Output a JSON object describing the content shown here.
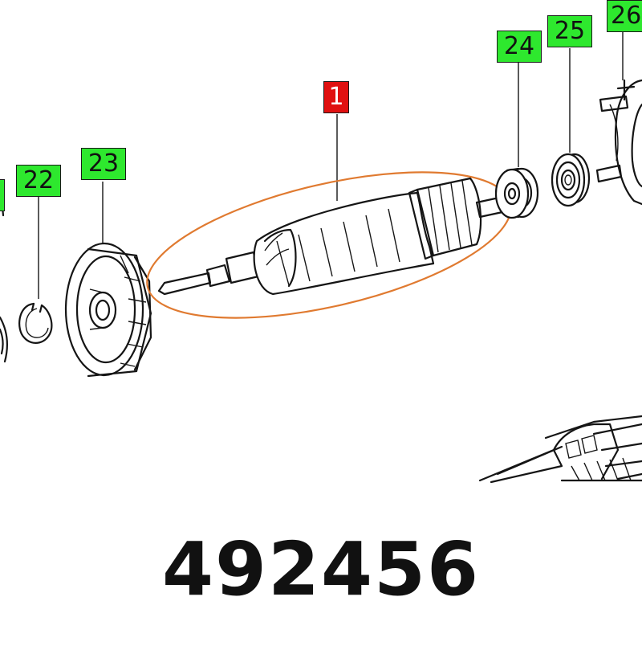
{
  "diagram": {
    "part_number": "492456",
    "callouts": [
      {
        "id": "tag-1",
        "label": "1",
        "color": "#e01010"
      },
      {
        "id": "tag-22",
        "label": "22",
        "color": "#2ee82e"
      },
      {
        "id": "tag-23",
        "label": "23",
        "color": "#2ee82e"
      },
      {
        "id": "tag-24",
        "label": "24",
        "color": "#2ee82e"
      },
      {
        "id": "tag-25",
        "label": "25",
        "color": "#2ee82e"
      },
      {
        "id": "tag-26",
        "label": "26",
        "color": "#2ee82e"
      }
    ],
    "highlight_color": "#e07a30"
  }
}
